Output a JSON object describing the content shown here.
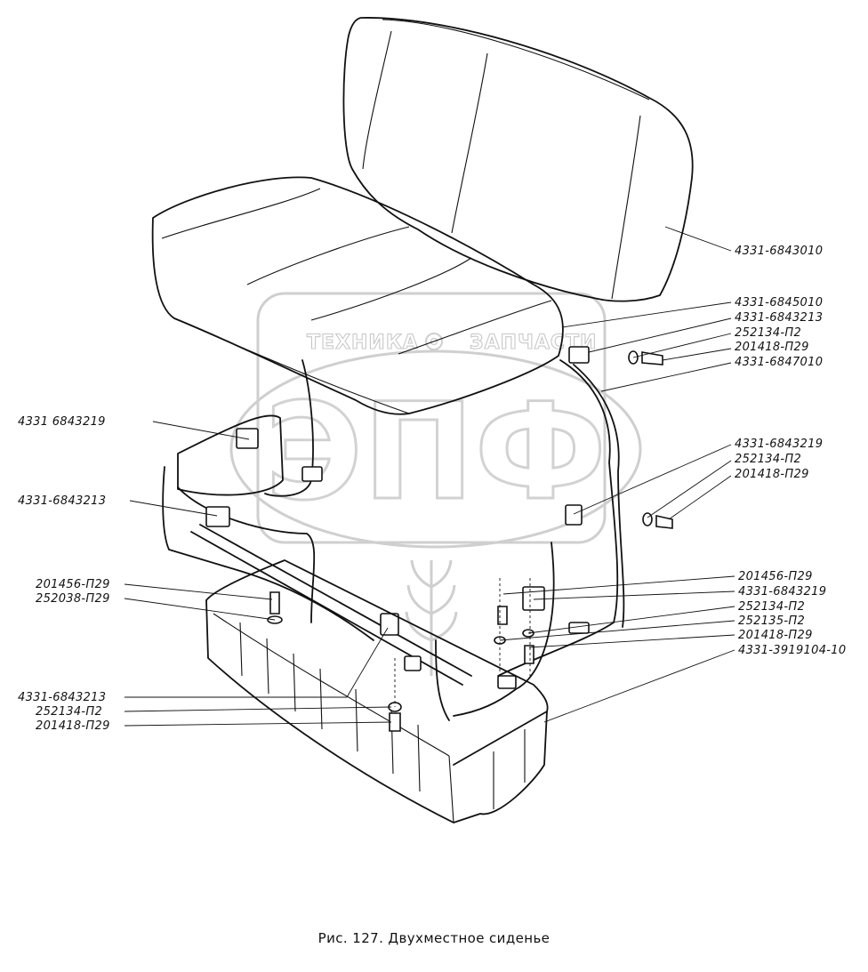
{
  "figure": {
    "caption": "Рис. 127. Двухместное сиденье"
  },
  "watermark": {
    "left_text": "ТЕХНИКА",
    "right_text": "ЗАПЧАСТИ",
    "logo_text": "ЭПФ"
  },
  "labels": {
    "backrest": "4331-6843010",
    "cushion": "4331-6845010",
    "bracket_right_top": "4331-6843213",
    "washer_right_top": "252134-П2",
    "bolt_right_top": "201418-П29",
    "frame": "4331-6847010",
    "bracket_left_top": "4331 6843219",
    "bracket_right_mid": "4331-6843219",
    "washer_right_mid": "252134-П2",
    "bolt_right_mid": "201418-П29",
    "bracket_left_mid": "4331-6843213",
    "bolt_left_box": "201456-П29",
    "washer_left_box": "252038-П29",
    "bolt_right_box": "201456-П29",
    "bracket_right_box": "4331-6843219",
    "washer_right_box": "252134-П2",
    "spring_washer_right_box": "252135-П2",
    "bolt_right_box_low": "201418-П29",
    "box": "4331-3919104-10",
    "bracket_bottom": "4331-6843213",
    "washer_bottom": "252134-П2",
    "bolt_bottom": "201418-П29"
  }
}
